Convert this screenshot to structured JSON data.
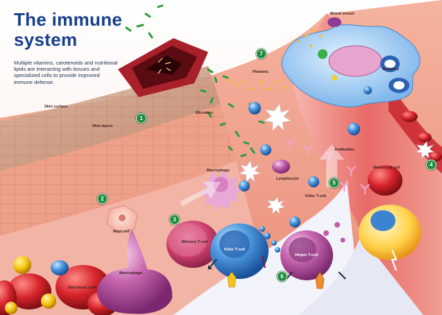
{
  "header": {
    "title_line1": "The immune",
    "title_line2": "system",
    "subtitle": "Multiple vitamins, carotenoids and nutritional lipids are interacting with tissues and specialized cells to provide improved immune defense."
  },
  "labels": {
    "skin_surface": "Skin surface",
    "skin_layers": "Skin layers",
    "microbes": "Microbes",
    "platelets": "Platelets",
    "blood_vessel": "Blood vessel",
    "antigens": "Antigens",
    "antibodies": "Antibodies",
    "memory_b_cell": "Memory B-cell",
    "macrophage_top": "Macrophage",
    "lymphocyte": "Lymphocyte",
    "killer_t_cell_small": "Killer T-cell",
    "mast_cell": "Mast cell",
    "memory_t_cell": "Memory T-cell",
    "killer_t_cell_large": "Killer T-cell",
    "helper_t_cell": "Helper T-cell",
    "red_blood_cells": "Red blood cells",
    "macrophage_bottom": "Macrophage"
  },
  "badges": [
    "1",
    "2",
    "3",
    "4",
    "5",
    "6",
    "7"
  ],
  "colors": {
    "title": "#173f8a",
    "badge": "#1f8a3b",
    "tissue": "#f0a38f",
    "blood": "#d6232a",
    "cell_blue": "#3c86cf",
    "cell_purple": "#b4569e"
  }
}
